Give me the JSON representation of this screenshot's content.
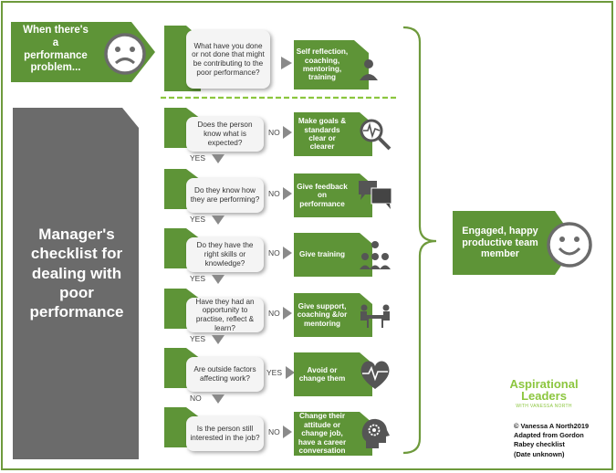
{
  "problem_title": [
    "When there's",
    "a",
    "performance",
    "problem..."
  ],
  "checklist_title": [
    "Manager's",
    "checklist for",
    "dealing with",
    "poor",
    "performance"
  ],
  "first_question": "What have you done or not done that might be contributing to the poor performance?",
  "first_action": "Self reflection, coaching, mentoring, training",
  "steps": [
    {
      "question": "Does the person know what is expected?",
      "branch": "NO",
      "action": "Make goals & standards clear or clearer",
      "next": "YES",
      "icon": "magnifier-heartbeat-icon"
    },
    {
      "question": "Do they know how they are performing?",
      "branch": "NO",
      "action": "Give feedback on performance",
      "next": "YES",
      "icon": "speech-bubbles-icon"
    },
    {
      "question": "Do they have the right skills or knowledge?",
      "branch": "NO",
      "action": "Give training",
      "next": "YES",
      "icon": "training-group-icon"
    },
    {
      "question": "Have they had an opportunity to practise, reflect & learn?",
      "branch": "NO",
      "action": "Give support, coaching &/or mentoring",
      "next": "YES",
      "icon": "meeting-table-icon"
    },
    {
      "question": "Are outside factors affecting work?",
      "branch": "YES",
      "action": "Avoid or change them",
      "next": "NO",
      "icon": "heart-pulse-icon"
    },
    {
      "question": "Is the person still interested in the job?",
      "branch": "NO",
      "action": "Change their attitude or change job, have a career conversation",
      "next": "",
      "icon": "head-gears-icon"
    }
  ],
  "outcome": "Engaged, happy productive team member",
  "brand": {
    "line1": "Aspirational",
    "line2": "Leaders",
    "tagline": "WITH VANESSA NORTH"
  },
  "credit": [
    "© Vanessa A North2019",
    "Adapted from Gordon",
    "Rabey checklist",
    "(Date unknown)"
  ],
  "colors": {
    "green": "#5e9437",
    "light_green": "#7cb342",
    "grey": "#6b6b6b",
    "brand_green": "#8cc63f"
  }
}
